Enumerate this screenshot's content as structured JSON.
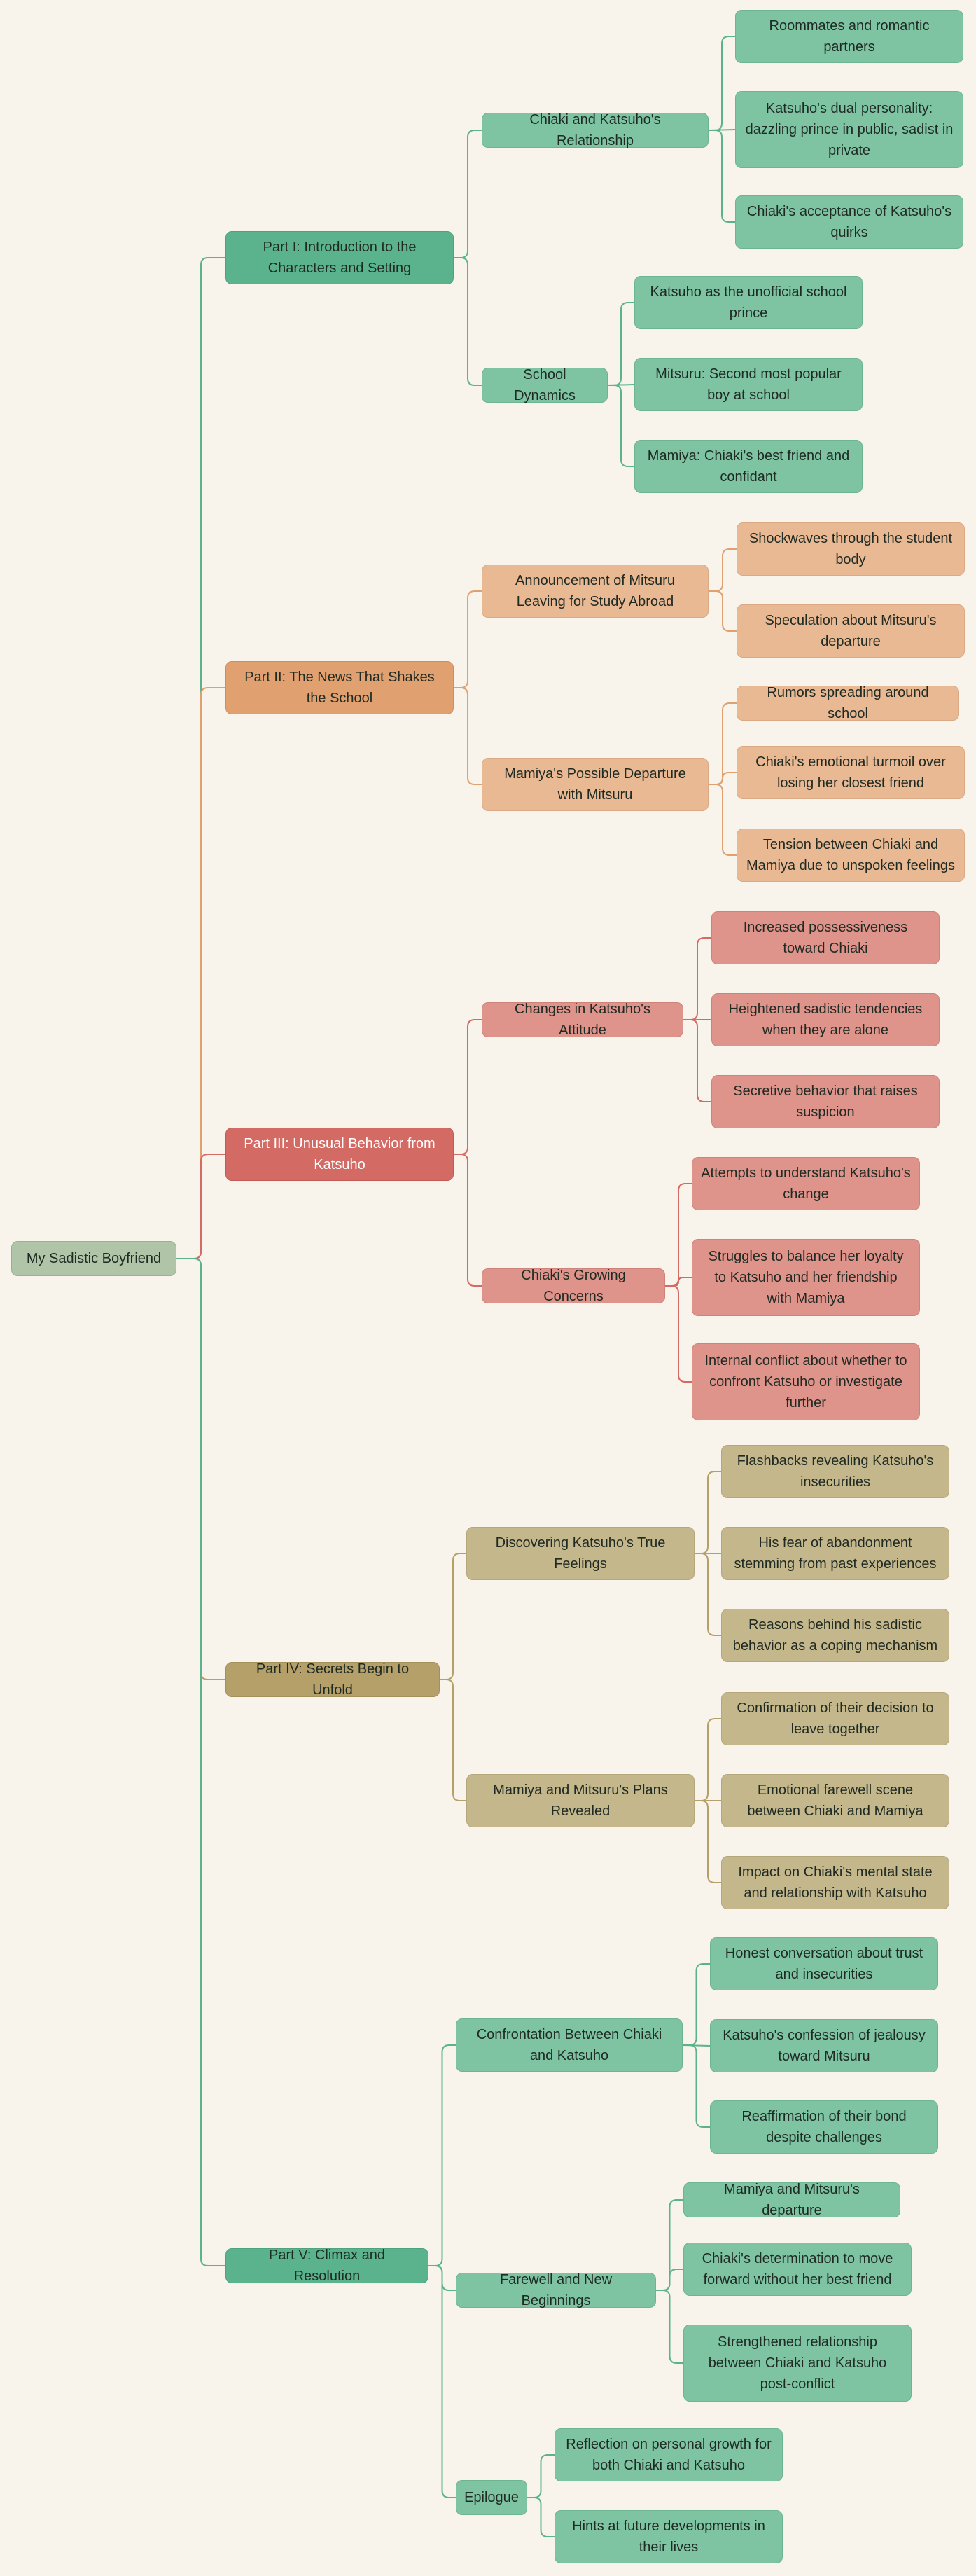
{
  "root": "My Sadistic Boyfriend",
  "parts": [
    {
      "label": "Part I: Introduction to the Characters and Setting",
      "color": "#5bb38e",
      "subs": [
        {
          "label": "Chiaki and Katsuho's Relationship",
          "leaves": [
            "Roommates and romantic partners",
            "Katsuho's dual personality: dazzling prince in public, sadist in private",
            "Chiaki's acceptance of Katsuho's quirks"
          ]
        },
        {
          "label": "School Dynamics",
          "leaves": [
            "Katsuho as the unofficial school prince",
            "Mitsuru: Second most popular boy at school",
            "Mamiya: Chiaki's best friend and confidant"
          ]
        }
      ]
    },
    {
      "label": "Part II: The News That Shakes the School",
      "color": "#e1a06f",
      "subs": [
        {
          "label": "Announcement of Mitsuru Leaving for Study Abroad",
          "leaves": [
            "Shockwaves through the student body",
            "Speculation about Mitsuru's departure"
          ]
        },
        {
          "label": "Mamiya's Possible Departure with Mitsuru",
          "leaves": [
            "Rumors spreading around school",
            "Chiaki's emotional turmoil over losing her closest friend",
            "Tension between Chiaki and Mamiya due to unspoken feelings"
          ]
        }
      ]
    },
    {
      "label": "Part III: Unusual Behavior from Katsuho",
      "color": "#d36a64",
      "subs": [
        {
          "label": "Changes in Katsuho's Attitude",
          "leaves": [
            "Increased possessiveness toward Chiaki",
            "Heightened sadistic tendencies when they are alone",
            "Secretive behavior that raises suspicion"
          ]
        },
        {
          "label": "Chiaki's Growing Concerns",
          "leaves": [
            "Attempts to understand Katsuho's change",
            "Struggles to balance her loyalty to Katsuho and her friendship with Mamiya",
            "Internal conflict about whether to confront Katsuho or investigate further"
          ]
        }
      ]
    },
    {
      "label": "Part IV: Secrets Begin to Unfold",
      "color": "#b6a06a",
      "subs": [
        {
          "label": "Discovering Katsuho's True Feelings",
          "leaves": [
            "Flashbacks revealing Katsuho's insecurities",
            "His fear of abandonment stemming from past experiences",
            "Reasons behind his sadistic behavior as a coping mechanism"
          ]
        },
        {
          "label": "Mamiya and Mitsuru's Plans Revealed",
          "leaves": [
            "Confirmation of their decision to leave together",
            "Emotional farewell scene between Chiaki and Mamiya",
            "Impact on Chiaki's mental state and relationship with Katsuho"
          ]
        }
      ]
    },
    {
      "label": "Part V: Climax and Resolution",
      "color": "#5bb38e",
      "subs": [
        {
          "label": "Confrontation Between Chiaki and Katsuho",
          "leaves": [
            "Honest conversation about trust and insecurities",
            "Katsuho's confession of jealousy toward Mitsuru",
            "Reaffirmation of their bond despite challenges"
          ]
        },
        {
          "label": "Farewell and New Beginnings",
          "leaves": [
            "Mamiya and Mitsuru's departure",
            "Chiaki's determination to move forward without her best friend",
            "Strengthened relationship between Chiaki and Katsuho post-conflict"
          ]
        },
        {
          "label": "Epilogue",
          "leaves": [
            "Reflection on personal growth for both Chiaki and Katsuho",
            "Hints at future developments in their lives"
          ]
        }
      ]
    }
  ]
}
